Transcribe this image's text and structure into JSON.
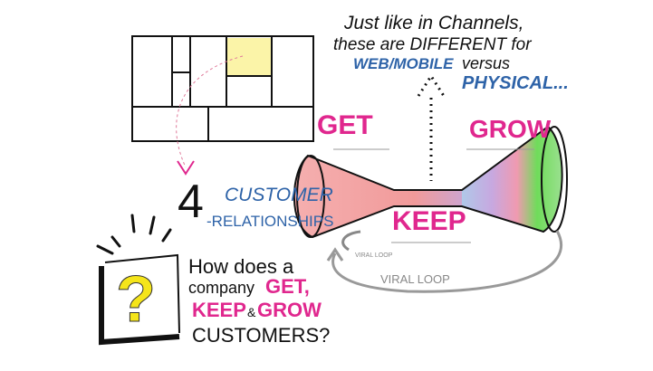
{
  "note": {
    "line1": "Just like in Channels,",
    "line2": "these are DIFFERENT for",
    "web_mobile": "WEB/MOBILE",
    "versus": "versus",
    "physical": "PHYSICAL...",
    "web_color": "#2e63a8"
  },
  "building_block": {
    "number": "4",
    "line1": "CUSTOMER",
    "line2": "-RELATIONSHIPS"
  },
  "funnel": {
    "get": "GET",
    "keep": "KEEP",
    "grow": "GROW",
    "viral_loop_small": "VIRAL LOOP",
    "viral_loop": "VIRAL LOOP",
    "accent_color": "#e0278e"
  },
  "question": {
    "line1": "How does a",
    "line2_prefix": "company",
    "line2_get": "GET,",
    "line3_keep": "KEEP",
    "line3_amp": "&",
    "line3_grow": "GROW",
    "line4": "CUSTOMERS?",
    "mark": "?"
  }
}
